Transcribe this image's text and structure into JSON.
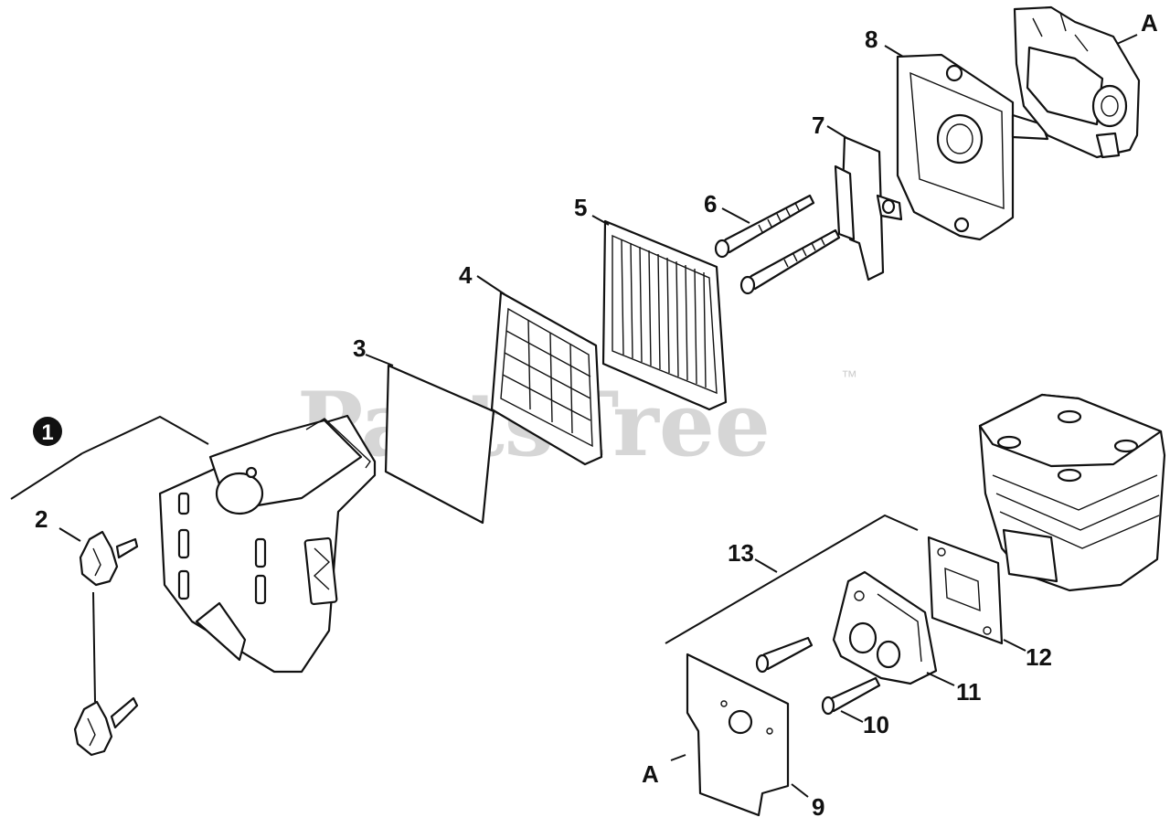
{
  "watermark": {
    "text": "PartsTree",
    "trademark": "™",
    "color": "#cfcfcf"
  },
  "callouts": {
    "c1": "1",
    "c2": "2",
    "c3": "3",
    "c4": "4",
    "c5": "5",
    "c6": "6",
    "c7": "7",
    "c8": "8",
    "c9": "9",
    "c10": "10",
    "c11": "11",
    "c12": "12",
    "c13": "13",
    "a_top": "A",
    "a_bottom": "A"
  },
  "colors": {
    "ink": "#111111",
    "background": "#ffffff"
  }
}
